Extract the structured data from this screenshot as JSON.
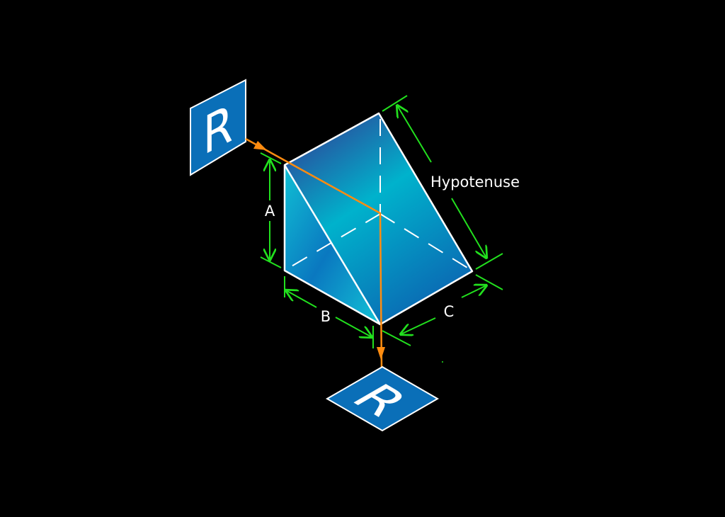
{
  "title": "Right angle prism diagram",
  "labels": {
    "a": "A",
    "b": "B",
    "c": "C",
    "hypotenuse": "Hypotenuse"
  },
  "input_image": {
    "letter": "R"
  },
  "output_image": {
    "letter": "R"
  },
  "colors": {
    "background": "#000000",
    "dimension": "#22e01e",
    "ray": "#ff8c10",
    "panel": "#0a6fb8",
    "prism_top": "#35308f",
    "prism_mid": "#00b4cc"
  }
}
